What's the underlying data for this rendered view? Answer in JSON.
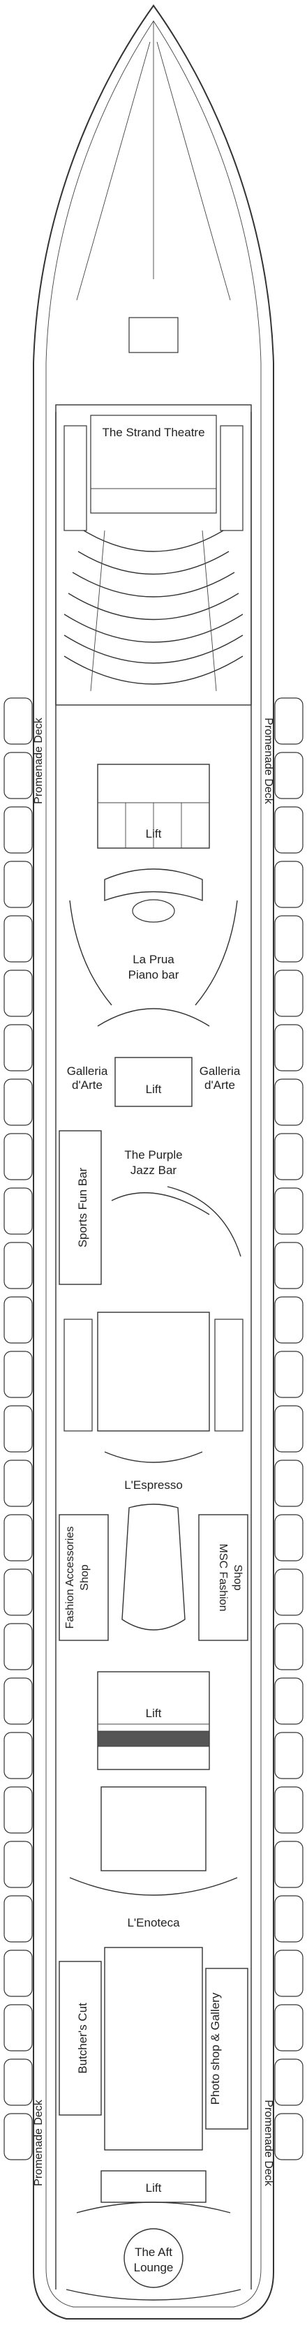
{
  "labels": {
    "strand_theatre": "The Strand Theatre",
    "promenade_deck": "Promenade Deck",
    "lift": "Lift",
    "la_prua_line1": "La Prua",
    "la_prua_line2": "Piano bar",
    "galleria_line1": "Galleria",
    "galleria_line2": "d'Arte",
    "purple_line1": "The Purple",
    "purple_line2": "Jazz Bar",
    "sports_fun_bar": "Sports Fun Bar",
    "espresso": "L'Espresso",
    "fashion_accessories_line1": "Fashion Accessories",
    "fashion_accessories_line2": "Shop",
    "msc_fashion_line1": "MSC Fashion",
    "msc_fashion_line2": "Shop",
    "enoteca": "L'Enoteca",
    "butchers_cut": "Butcher's Cut",
    "photo_shop": "Photo shop & Gallery",
    "aft_lounge_line1": "The Aft",
    "aft_lounge_line2": "Lounge"
  }
}
